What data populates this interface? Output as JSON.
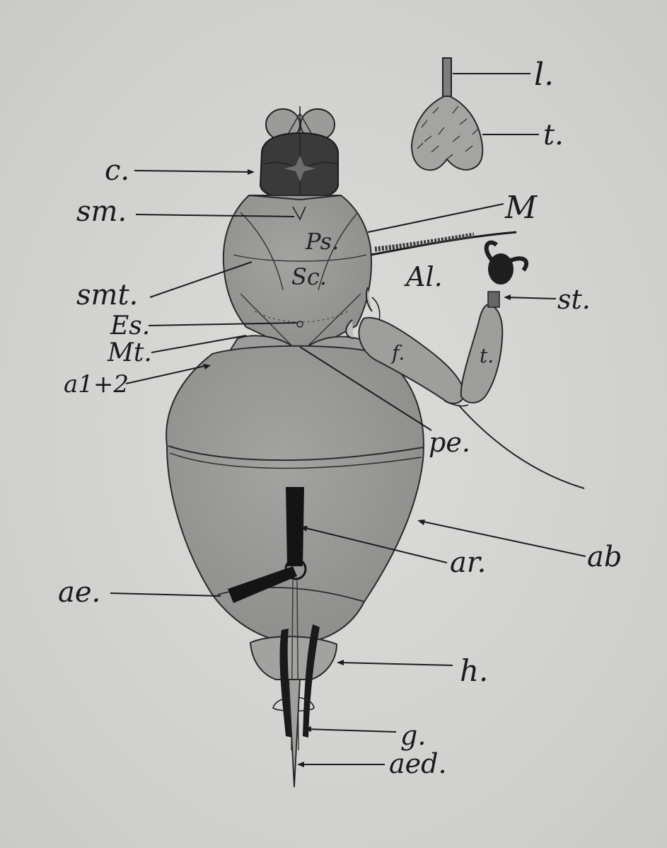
{
  "labels": {
    "l": "l.",
    "t_top": "t.",
    "c": "c.",
    "sm": "sm.",
    "M": "M",
    "Ps": "Ps.",
    "Sc": "Sc.",
    "Al": "Al.",
    "st": "st.",
    "smt": "smt.",
    "Es": "Es.",
    "Mt": "Mt.",
    "a12": "a1+2",
    "f": "f.",
    "t_leg": "t.",
    "pe": "pe.",
    "ab": "ab",
    "ar": "ar.",
    "ae": "ae.",
    "h": "h.",
    "g": "g.",
    "aed": "aed."
  },
  "colors": {
    "paper": "#d6d6d4",
    "body": "#9a9a98",
    "body_dark": "#8a8a88",
    "head": "#3a3a3a",
    "ink": "#1c1c1c"
  }
}
